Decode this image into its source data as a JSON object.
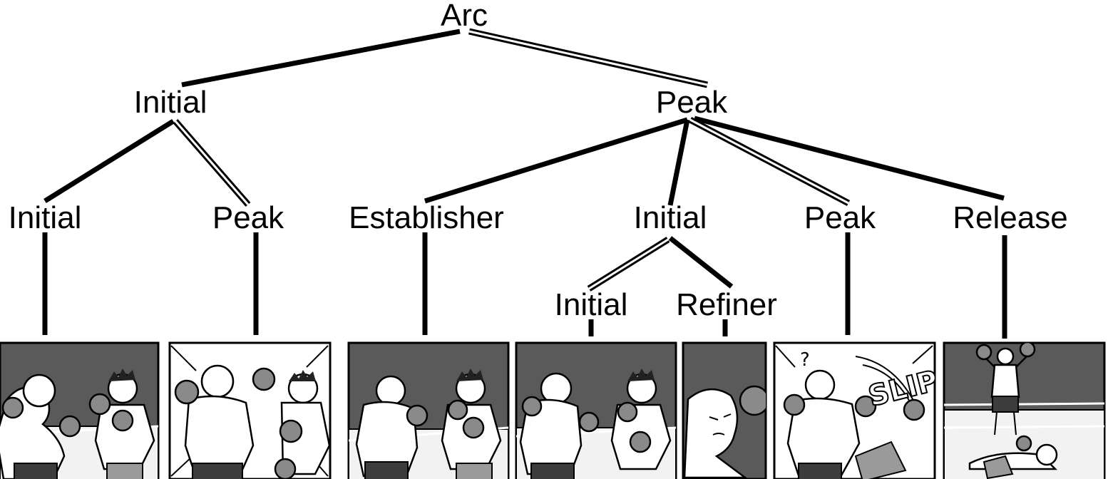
{
  "tree": {
    "root": "Arc",
    "level1": {
      "left": "Initial",
      "right": "Peak"
    },
    "level2": [
      "Initial",
      "Peak",
      "Establisher",
      "Initial",
      "Peak",
      "Release"
    ],
    "level3": {
      "left": "Initial",
      "right": "Refiner"
    }
  },
  "panels": {
    "sfx_slip": "SLIP!",
    "question_mark": "?"
  }
}
